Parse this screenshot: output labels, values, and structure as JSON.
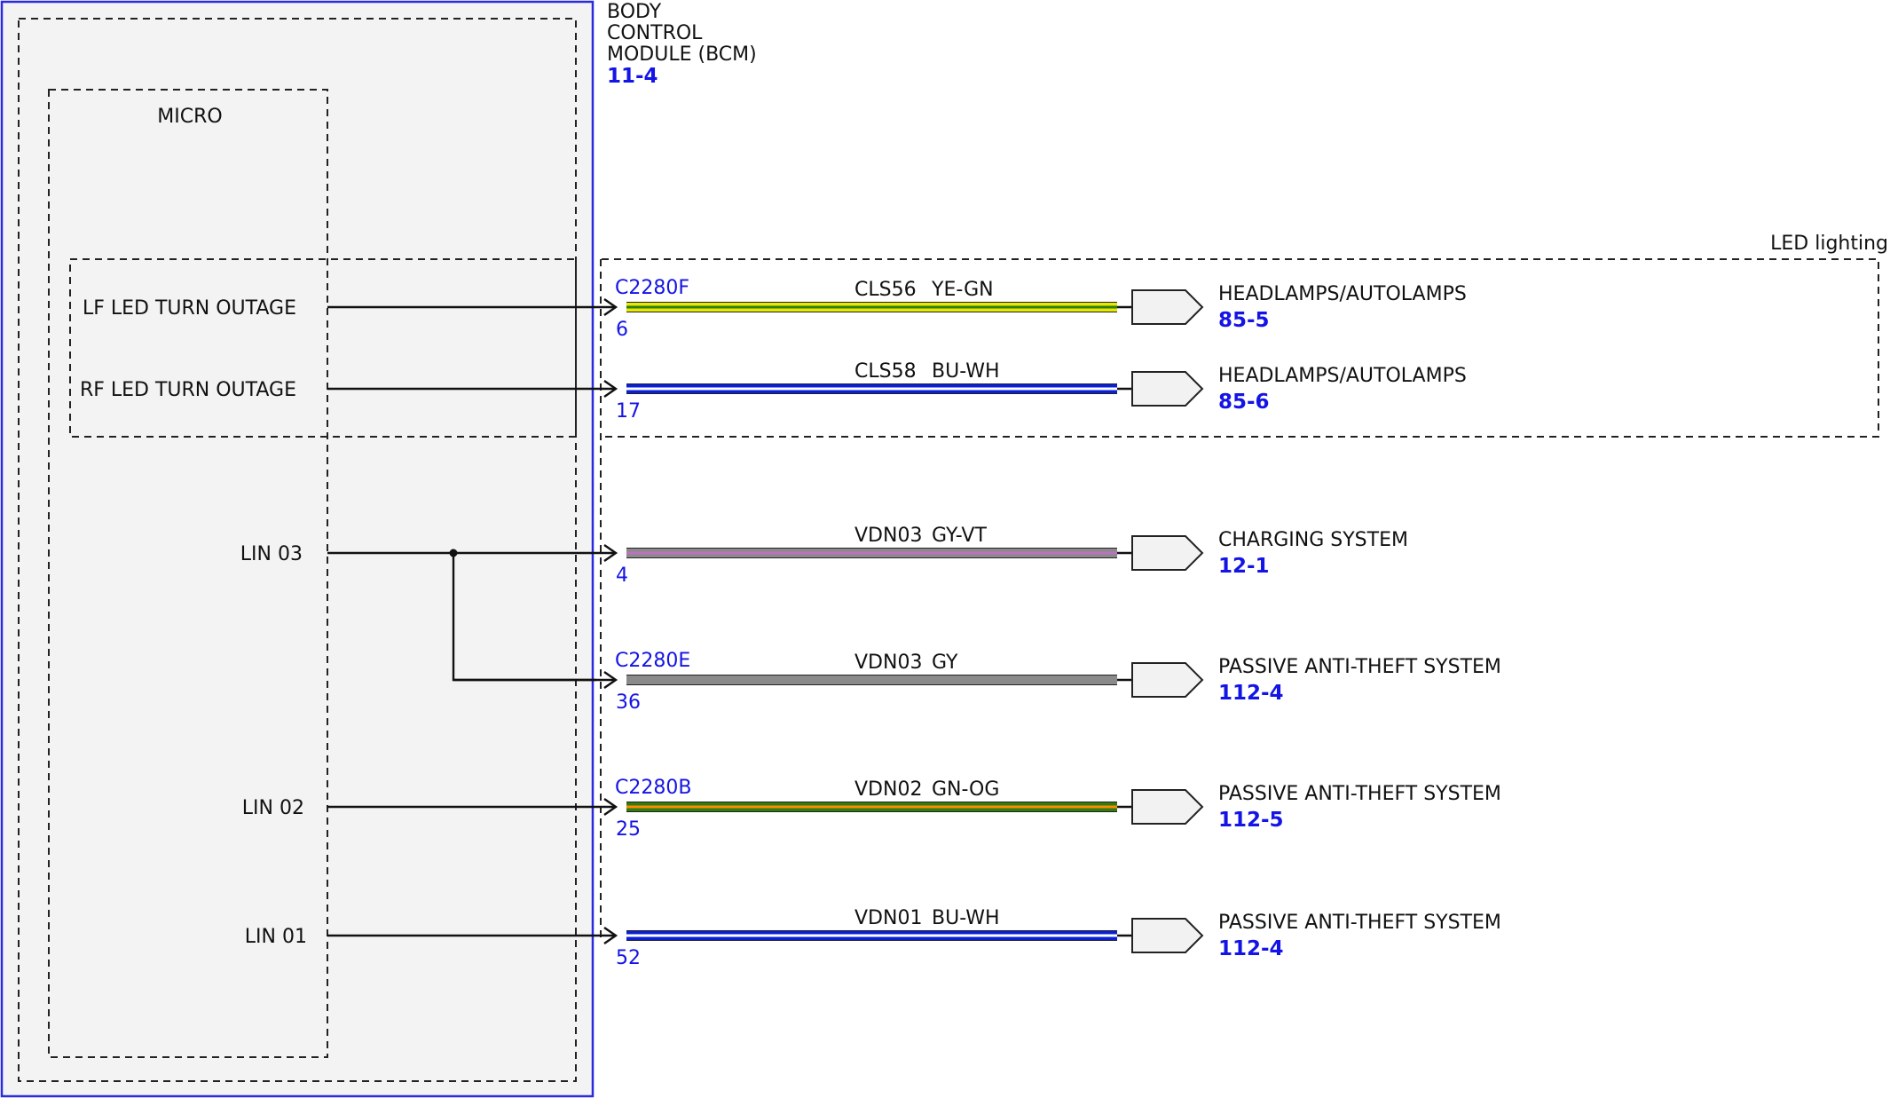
{
  "module": {
    "title_lines": [
      "BODY",
      "CONTROL",
      "MODULE (BCM)"
    ],
    "ref": "11-4",
    "micro_label": "MICRO"
  },
  "group": {
    "label": "LED lighting"
  },
  "colors": {
    "YE": "#e8e800",
    "GN": "#2e7d12",
    "BU": "#0a1fd8",
    "WH": "#ffffff",
    "GY": "#8a8a8a",
    "VT": "#c070c0",
    "OG": "#ff8c00"
  },
  "circuits": [
    {
      "signal": "LF LED TURN OUTAGE",
      "connector": "C2280F",
      "pin": "6",
      "circuit": "CLS56",
      "color_code": "YE-GN",
      "colors": [
        "YE",
        "GN"
      ],
      "dest_name": "HEADLAMPS/AUTOLAMPS",
      "dest_ref": "85-5"
    },
    {
      "signal": "RF LED TURN OUTAGE",
      "connector": "",
      "pin": "17",
      "circuit": "CLS58",
      "color_code": "BU-WH",
      "colors": [
        "BU",
        "WH"
      ],
      "dest_name": "HEADLAMPS/AUTOLAMPS",
      "dest_ref": "85-6"
    },
    {
      "signal": "LIN 03",
      "connector": "",
      "pin": "4",
      "circuit": "VDN03",
      "color_code": "GY-VT",
      "colors": [
        "GY",
        "VT"
      ],
      "dest_name": "CHARGING SYSTEM",
      "dest_ref": "12-1"
    },
    {
      "signal": "",
      "connector": "C2280E",
      "pin": "36",
      "circuit": "VDN03",
      "color_code": "GY",
      "colors": [
        "GY"
      ],
      "dest_name": "PASSIVE ANTI-THEFT SYSTEM",
      "dest_ref": "112-4"
    },
    {
      "signal": "LIN 02",
      "connector": "C2280B",
      "pin": "25",
      "circuit": "VDN02",
      "color_code": "GN-OG",
      "colors": [
        "GN",
        "OG"
      ],
      "dest_name": "PASSIVE ANTI-THEFT SYSTEM",
      "dest_ref": "112-5"
    },
    {
      "signal": "LIN 01",
      "connector": "",
      "pin": "52",
      "circuit": "VDN01",
      "color_code": "BU-WH",
      "colors": [
        "BU",
        "WH"
      ],
      "dest_name": "PASSIVE ANTI-THEFT SYSTEM",
      "dest_ref": "112-4"
    }
  ]
}
